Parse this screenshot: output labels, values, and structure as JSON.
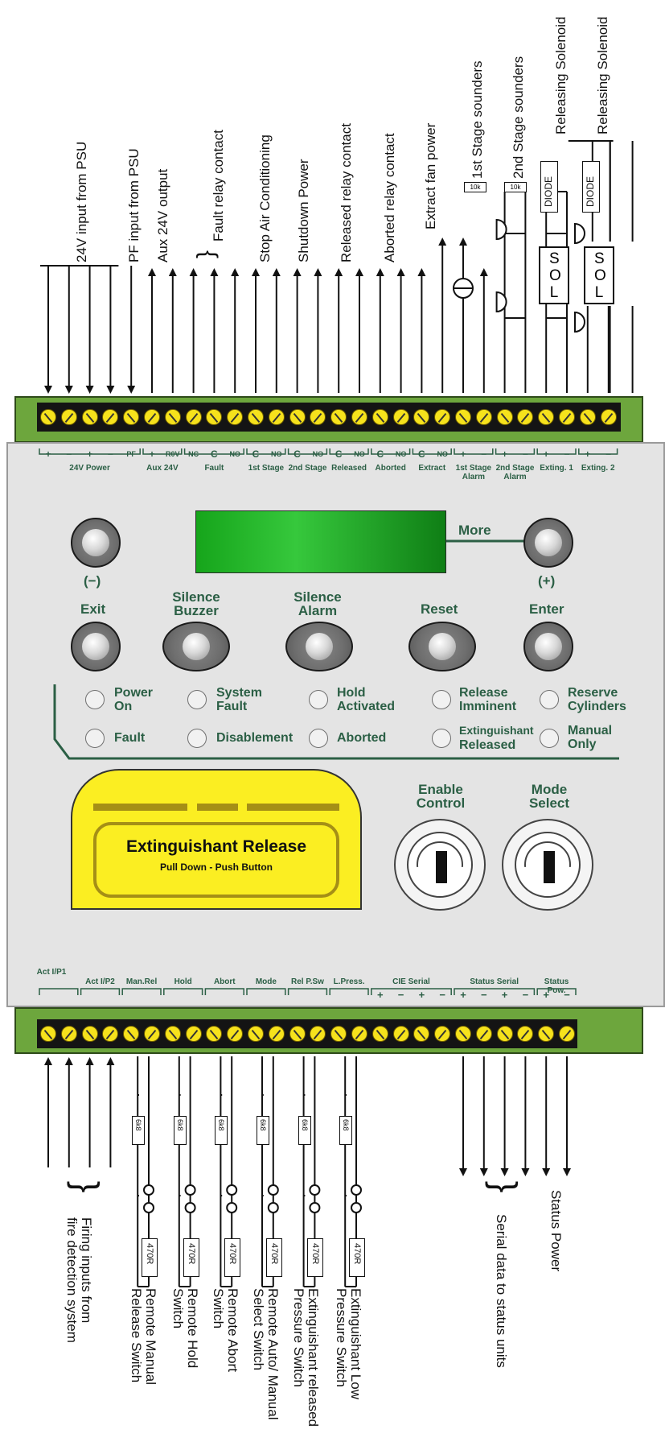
{
  "top_labels": {
    "psu_24v": "24V input from PSU",
    "pf_psu": "PF input from PSU",
    "aux_24v": "Aux 24V output",
    "fault_relay": "Fault relay contact",
    "stop_ac": "Stop Air Conditioning",
    "shutdown": "Shutdown Power",
    "released_relay": "Released relay contact",
    "aborted_relay": "Aborted relay contact",
    "extract_fan": "Extract fan power",
    "sounders_1": "1st Stage sounders",
    "sounders_2": "2nd Stage sounders",
    "solenoid_1": "Releasing Solenoid",
    "solenoid_2": "Releasing Solenoid",
    "resistor_10k": "10k",
    "diode": "DIODE",
    "sol": "SOL"
  },
  "top_terminals": {
    "pol_24v": [
      "+",
      "−",
      "+",
      "−",
      "PF"
    ],
    "pol_aux": [
      "+",
      "R0V"
    ],
    "nc": "NC",
    "c": "C",
    "no": "NO",
    "pm": [
      "+",
      "−"
    ],
    "groups": [
      {
        "id": "24v",
        "label": "24V Power"
      },
      {
        "id": "aux",
        "label": "Aux 24V"
      },
      {
        "id": "fault",
        "label": "Fault"
      },
      {
        "id": "s1",
        "label": "1st Stage"
      },
      {
        "id": "s2",
        "label": "2nd Stage"
      },
      {
        "id": "rel",
        "label": "Released"
      },
      {
        "id": "abo",
        "label": "Aborted"
      },
      {
        "id": "ext",
        "label": "Extract"
      },
      {
        "id": "a1",
        "label": "1st Stage Alarm"
      },
      {
        "id": "a2",
        "label": "2nd Stage Alarm"
      },
      {
        "id": "e1",
        "label": "Exting. 1"
      },
      {
        "id": "e2",
        "label": "Exting. 2"
      }
    ]
  },
  "panel": {
    "lcd_more": "More",
    "minus": "(−)",
    "plus": "(+)",
    "buttons": {
      "exit": "Exit",
      "silence_buzzer": "Silence Buzzer",
      "silence_alarm": "Silence Alarm",
      "reset": "Reset",
      "enter": "Enter"
    },
    "leds": {
      "power_on": "Power On",
      "system_fault": "System Fault",
      "hold_activated": "Hold Activated",
      "release_imminent": "Release Imminent",
      "reserve_cylinders": "Reserve Cylinders",
      "fault": "Fault",
      "disablement": "Disablement",
      "aborted": "Aborted",
      "extinguishant_released_1": "Extinguishant",
      "extinguishant_released_2": "Released",
      "manual_only": "Manual Only"
    },
    "release_title": "Extinguishant Release",
    "release_sub": "Pull Down - Push Button",
    "enable_control": "Enable Control",
    "mode_select": "Mode Select"
  },
  "bottom_terminals": {
    "groups": [
      {
        "id": "act1",
        "label": "Act I/P1"
      },
      {
        "id": "act2",
        "label": "Act I/P2"
      },
      {
        "id": "manrel",
        "label": "Man.Rel"
      },
      {
        "id": "hold",
        "label": "Hold"
      },
      {
        "id": "abort",
        "label": "Abort"
      },
      {
        "id": "mode",
        "label": "Mode"
      },
      {
        "id": "relpsw",
        "label": "Rel P.Sw"
      },
      {
        "id": "lpress",
        "label": "L.Press."
      },
      {
        "id": "cie",
        "label": "CIE Serial"
      },
      {
        "id": "status",
        "label": "Status Serial"
      },
      {
        "id": "statuspow",
        "label": "Status Pow."
      }
    ],
    "pm": [
      "+",
      "−"
    ]
  },
  "bottom_labels": {
    "firing": "Firing inputs from fire detection system",
    "firing_1": "Firing inputs from",
    "firing_2": "fire detection system",
    "manual_1": "Remote Manual",
    "manual_2": "Release Switch",
    "hold_1": "Remote Hold",
    "hold_2": "Switch",
    "abort_1": "Remote Abort",
    "abort_2": "Switch",
    "mode_1": "Remote Auto/ Manual",
    "mode_2": "Select Switch",
    "relpsw_1": "Extinguishant released",
    "relpsw_2": "Pressure Switch",
    "lpress_1": "Extinguishant Low",
    "lpress_2": "Pressure Switch",
    "serial": "Serial data to status units",
    "status_power": "Status Power",
    "r_6k8": "6k8",
    "r_470": "470R"
  }
}
